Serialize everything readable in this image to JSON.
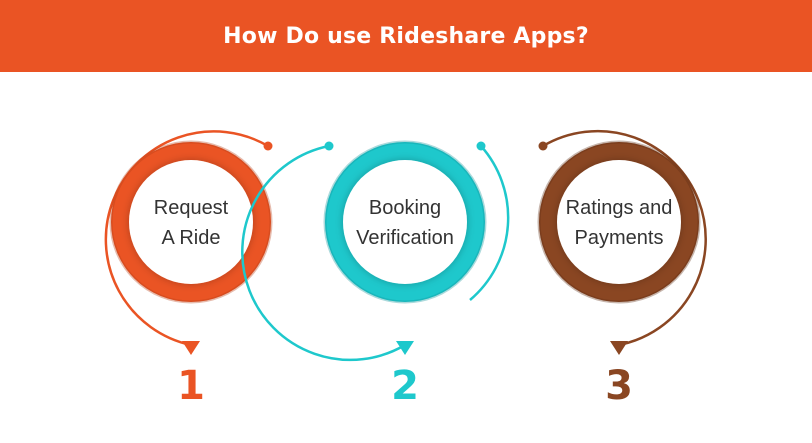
{
  "header": {
    "title": "How Do use Rideshare Apps?",
    "background": "#ea5424"
  },
  "steps": [
    {
      "label_lines": [
        "Request",
        "A Ride"
      ],
      "number": "1",
      "color": "#ea5424",
      "shadow": "#b83e16"
    },
    {
      "label_lines": [
        "Booking",
        "Verification"
      ],
      "number": "2",
      "color": "#1ec8cc",
      "shadow": "#12969a"
    },
    {
      "label_lines": [
        "Ratings and",
        "Payments"
      ],
      "number": "3",
      "color": "#8a4622",
      "shadow": "#5e2e14"
    }
  ]
}
